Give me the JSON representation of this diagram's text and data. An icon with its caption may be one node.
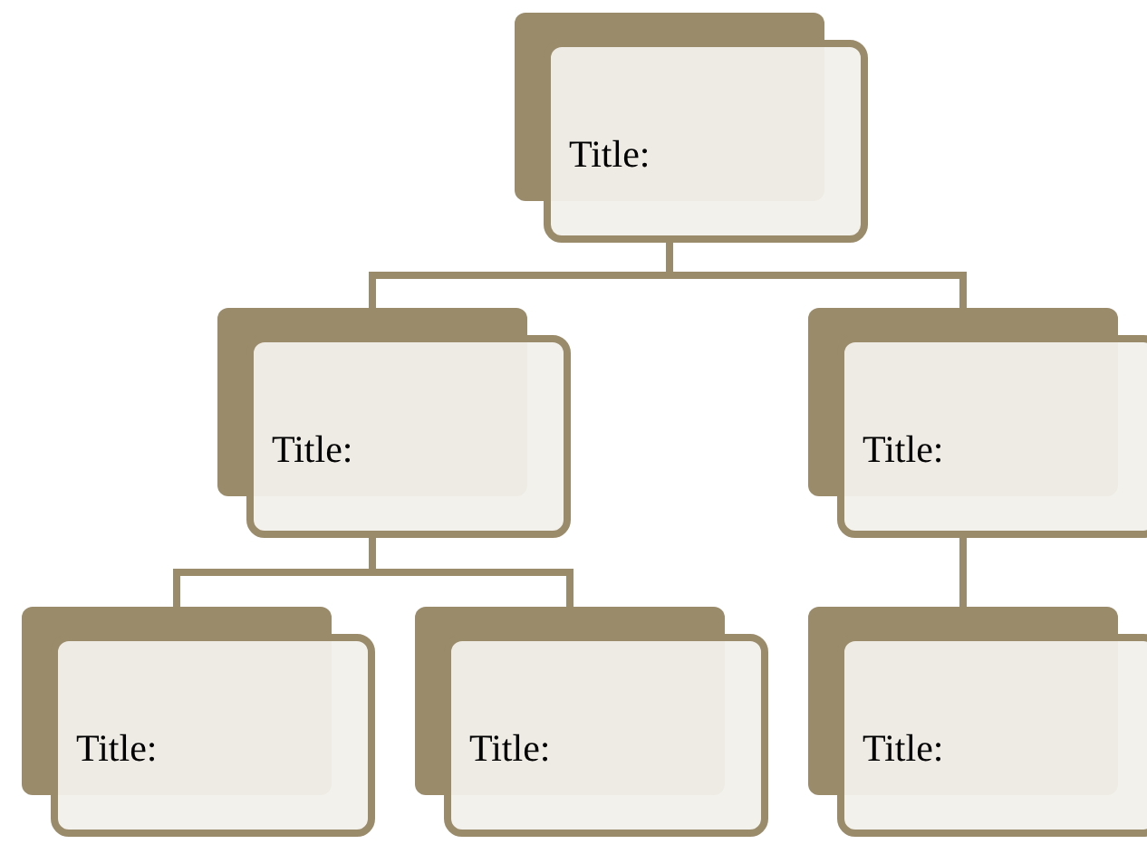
{
  "diagram": {
    "nodes": [
      {
        "text": [
          "Title:"
        ]
      },
      {
        "text": [
          "Title:"
        ]
      },
      {
        "text": [
          "Title:"
        ]
      },
      {
        "text": [
          "Title:"
        ]
      },
      {
        "text": [
          "Title:"
        ]
      },
      {
        "text": [
          "Title:"
        ]
      }
    ],
    "edges": [
      {
        "from": 0,
        "to": 1,
        "arrow": "none"
      },
      {
        "from": 0,
        "to": 2,
        "arrow": "none"
      },
      {
        "from": 1,
        "to": 3,
        "arrow": "none"
      },
      {
        "from": 1,
        "to": 4,
        "arrow": "none"
      },
      {
        "from": 2,
        "to": 5,
        "arrow": "none"
      }
    ]
  }
}
